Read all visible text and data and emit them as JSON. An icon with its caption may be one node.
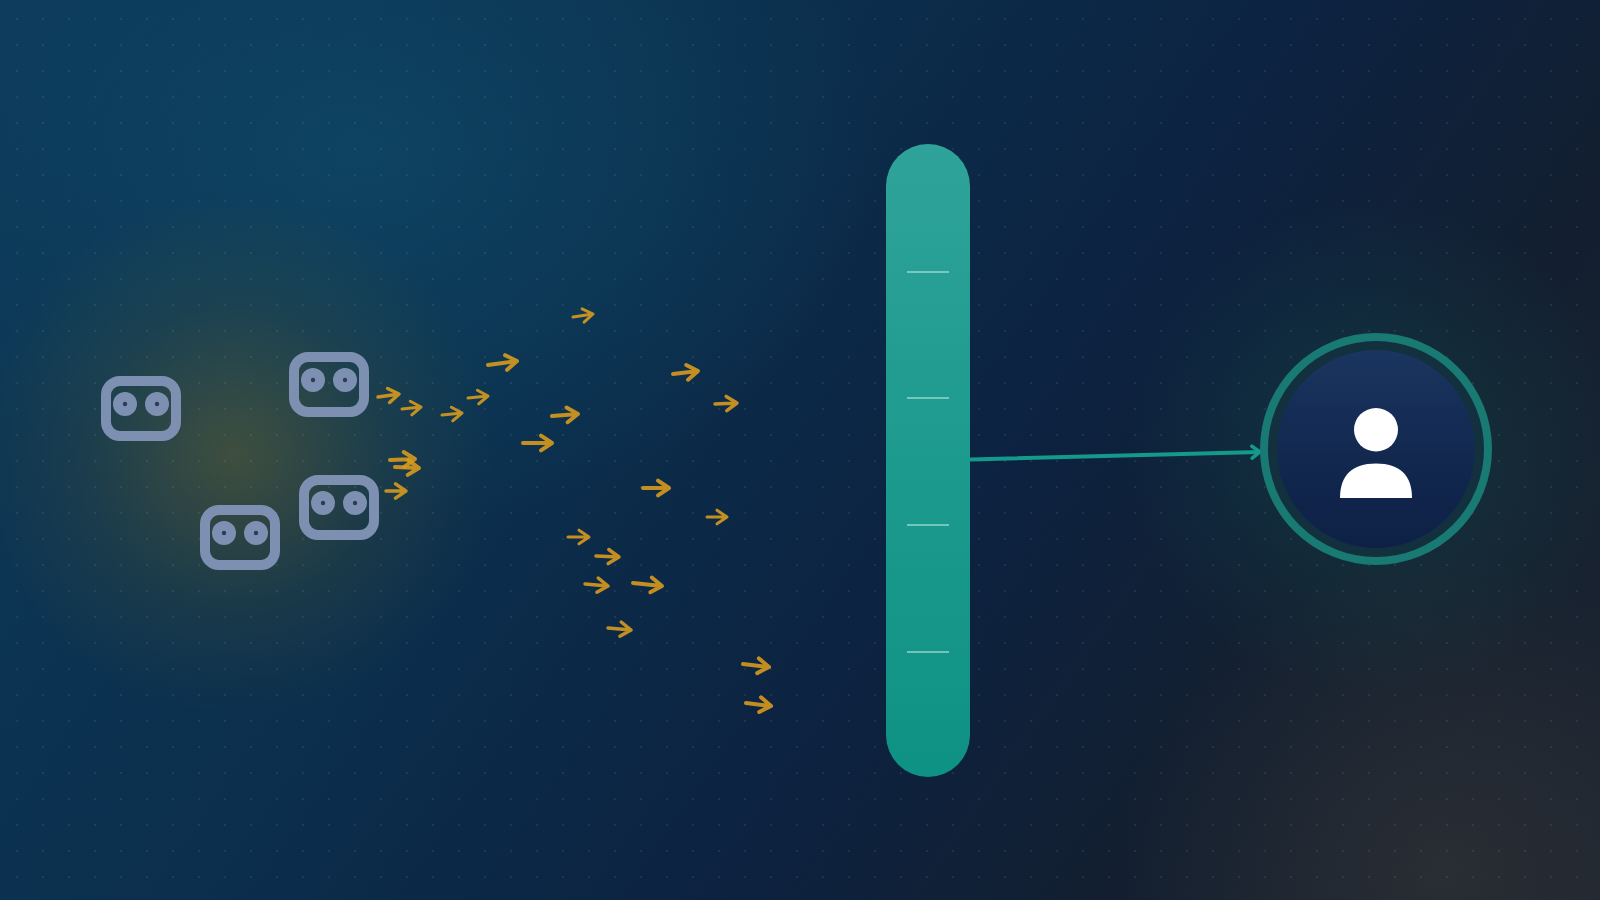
{
  "diagram": {
    "nodes": [
      {
        "text": [],
        "shape": "picture"
      },
      {
        "text": [],
        "shape": "picture"
      },
      {
        "text": [],
        "shape": "picture"
      },
      {
        "text": [],
        "shape": "picture"
      },
      {
        "text": [],
        "shape": "bar"
      },
      {
        "text": [],
        "shape": "person"
      }
    ],
    "edges": [
      {
        "from": 4,
        "to": 5,
        "arrow": "to"
      }
    ]
  }
}
